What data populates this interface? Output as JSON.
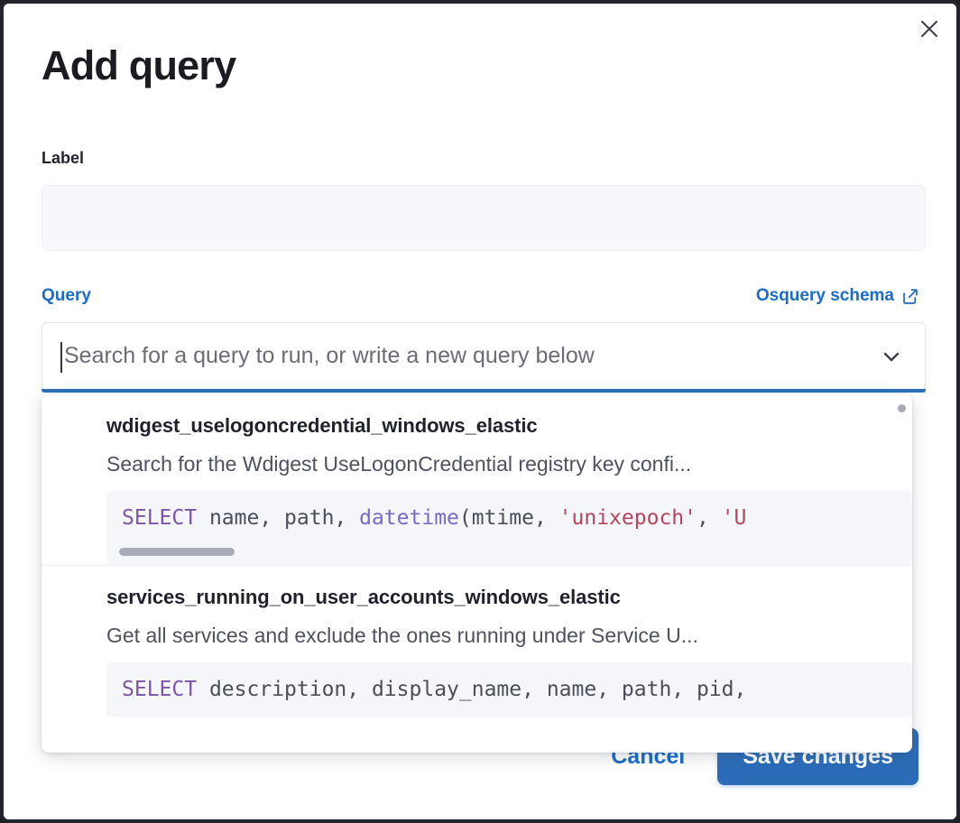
{
  "modal": {
    "title": "Add query",
    "close_icon": "close-icon"
  },
  "label_field": {
    "label": "Label",
    "value": "",
    "placeholder": ""
  },
  "query_section": {
    "legend": "Query",
    "schema_link": "Osquery schema",
    "schema_link_icon": "external-link-icon",
    "search": {
      "placeholder": "Search for a query to run, or write a new query below",
      "value": "",
      "chevron_icon": "chevron-down-icon"
    }
  },
  "dropdown": {
    "options": [
      {
        "title": "wdigest_uselogoncredential_windows_elastic",
        "description": "Search for the Wdigest UseLogonCredential registry key confi...",
        "code": {
          "keyword": "SELECT",
          "mid": " name, path, ",
          "fn": "datetime",
          "open": "(mtime, ",
          "str1": "'unixepoch'",
          "comma": ", ",
          "str2": "'U"
        }
      },
      {
        "title": "services_running_on_user_accounts_windows_elastic",
        "description": "Get all services and exclude the ones running under Service U...",
        "code": {
          "keyword": "SELECT",
          "rest": " description, display_name, name, path, pid,"
        }
      }
    ]
  },
  "footer": {
    "cancel_label": "Cancel",
    "save_label": "Save changes"
  },
  "colors": {
    "accent_blue": "#1a6cc8",
    "save_button": "#2b6cb8",
    "focus_bar": "#2a6fba",
    "code_keyword": "#7d55a8",
    "code_function": "#7b68c9",
    "code_string": "#b3455e",
    "code_background": "#f5f6fa",
    "input_background": "#f7f8fc"
  }
}
